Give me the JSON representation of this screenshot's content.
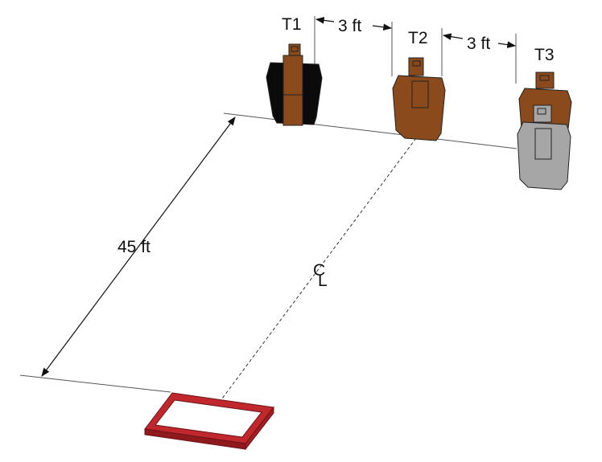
{
  "targets": [
    {
      "id": "T1",
      "label": "T1",
      "body_color": "#0b0b0b",
      "plate_color": "#8a4a1c"
    },
    {
      "id": "T2",
      "label": "T2",
      "body_color": "#8a4a1c",
      "plate_color": "#8a4a1c"
    },
    {
      "id": "T3",
      "label": "T3",
      "body_color": "#8a4a1c",
      "front_color": "#a6a6a6"
    }
  ],
  "spacing": [
    {
      "label": "3 ft"
    },
    {
      "label": "3 ft"
    }
  ],
  "distance": {
    "label": "45 ft"
  },
  "centerline": {
    "label": "CL"
  },
  "shooting_box": {
    "color": "#c0282d"
  }
}
